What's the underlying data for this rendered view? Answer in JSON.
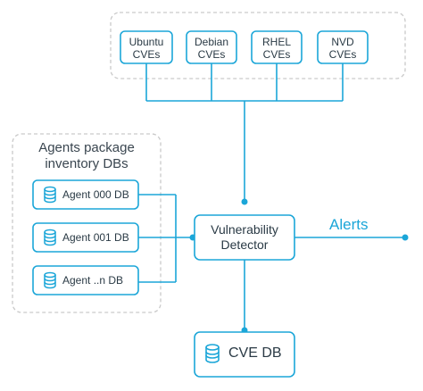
{
  "cve_sources": [
    {
      "line1": "Ubuntu",
      "line2": "CVEs"
    },
    {
      "line1": "Debian",
      "line2": "CVEs"
    },
    {
      "line1": "RHEL",
      "line2": "CVEs"
    },
    {
      "line1": "NVD",
      "line2": "CVEs"
    }
  ],
  "agents_group": {
    "title_line1": "Agents package",
    "title_line2": "inventory DBs",
    "agents": [
      "Agent 000 DB",
      "Agent 001 DB",
      "Agent ..n DB"
    ]
  },
  "detector": {
    "line1": "Vulnerability",
    "line2": "Detector"
  },
  "alerts_label": "Alerts",
  "cve_db_label": "CVE DB",
  "colors": {
    "accent": "#1ba6d8",
    "dashed_border": "#c9c9c9",
    "text": "#2a3a45"
  },
  "icons": {
    "database": "database-icon"
  }
}
